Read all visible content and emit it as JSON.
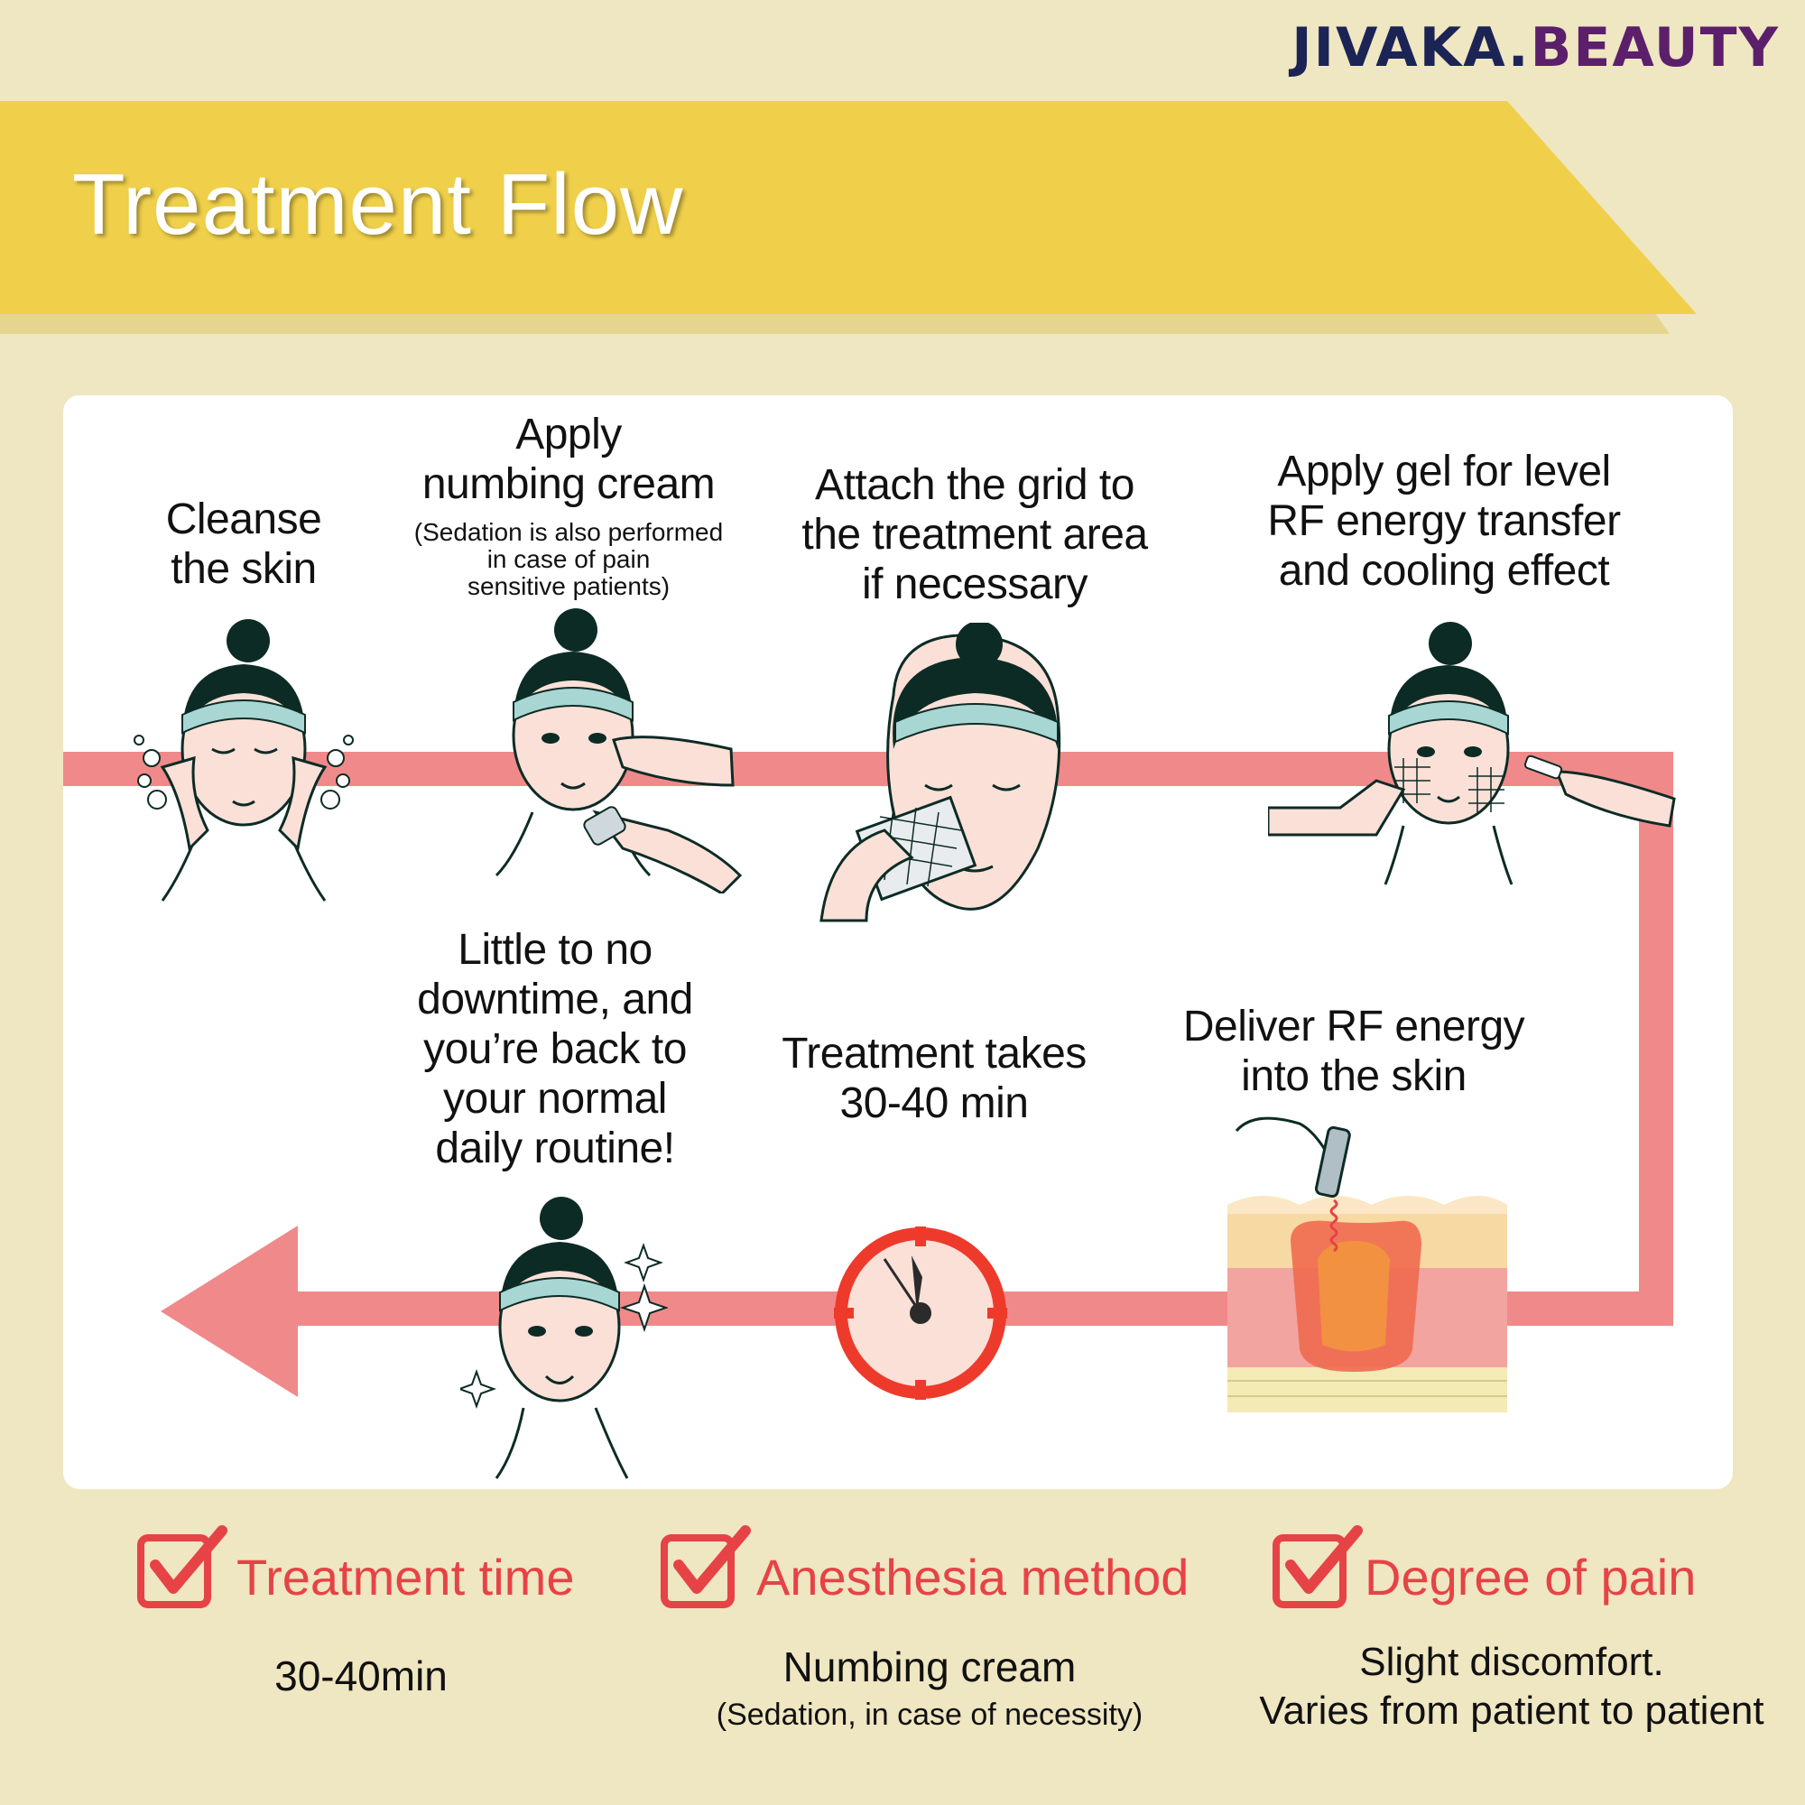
{
  "brand": {
    "part1": "JIVAKA",
    "dot": ".",
    "part2": "BEAUTY"
  },
  "title": "Treatment Flow",
  "steps": [
    {
      "text": [
        "Cleanse",
        "the skin"
      ]
    },
    {
      "text": [
        "Apply",
        "numbing cream"
      ],
      "note": [
        "(Sedation is also performed",
        "in case of pain",
        "sensitive patients)"
      ]
    },
    {
      "text": [
        "Attach the grid to",
        "the treatment area",
        "if necessary"
      ]
    },
    {
      "text": [
        "Apply gel for level",
        "RF energy transfer",
        "and cooling effect"
      ]
    },
    {
      "text": [
        "Deliver RF energy",
        "into the skin"
      ]
    },
    {
      "text": [
        "Treatment takes",
        "30-40 min"
      ]
    },
    {
      "text": [
        "Little to no",
        "downtime, and",
        "you’re back to",
        "your normal",
        "daily routine!"
      ]
    }
  ],
  "summary": [
    {
      "label": "Treatment time",
      "value": [
        "30-40min"
      ],
      "sub": []
    },
    {
      "label": "Anesthesia method",
      "value": [
        "Numbing cream"
      ],
      "sub": [
        "(Sedation, in case of necessity)"
      ]
    },
    {
      "label": "Degree of pain",
      "value": [
        "Slight discomfort.",
        "Varies from patient to patient"
      ],
      "sub": []
    }
  ],
  "colors": {
    "background": "#efe6c2",
    "banner": "#f0d04a",
    "flow": "#f08a8a",
    "accent": "#e64346",
    "hair": "#0d2b25",
    "headband": "#a8d6d3",
    "skin": "#fbe0d8"
  },
  "icons": [
    "face-cleansing-icon",
    "face-numbing-icon",
    "face-grid-icon",
    "face-gel-icon",
    "skin-layers-rf-icon",
    "clock-icon",
    "face-happy-icon",
    "checkbox-icon"
  ]
}
